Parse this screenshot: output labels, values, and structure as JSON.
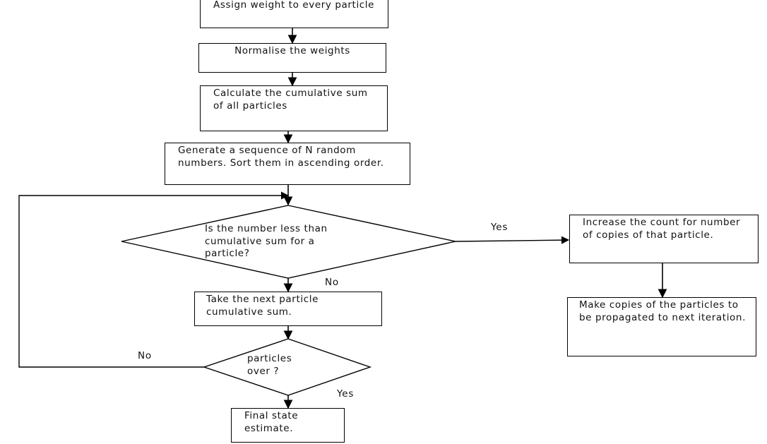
{
  "nodes": {
    "assign": "Assign weight to every particle",
    "normalise": "Normalise the weights",
    "cumsum": "Calculate the cumulative sum of all particles",
    "generate": "Generate a sequence of N random numbers. Sort them in ascending order.",
    "decision_less": "Is the number less than cumulative sum for a particle?",
    "increase": "Increase the count for number of copies of that particle.",
    "make_copies": "Make copies of the particles to be propagated to next iteration.",
    "next_particle": "Take the next particle cumulative sum.",
    "decision_over": "particles over ?",
    "final": "Final state estimate."
  },
  "edge_labels": {
    "yes_right": "Yes",
    "no_down": "No",
    "no_loop": "No",
    "yes_down": "Yes"
  }
}
